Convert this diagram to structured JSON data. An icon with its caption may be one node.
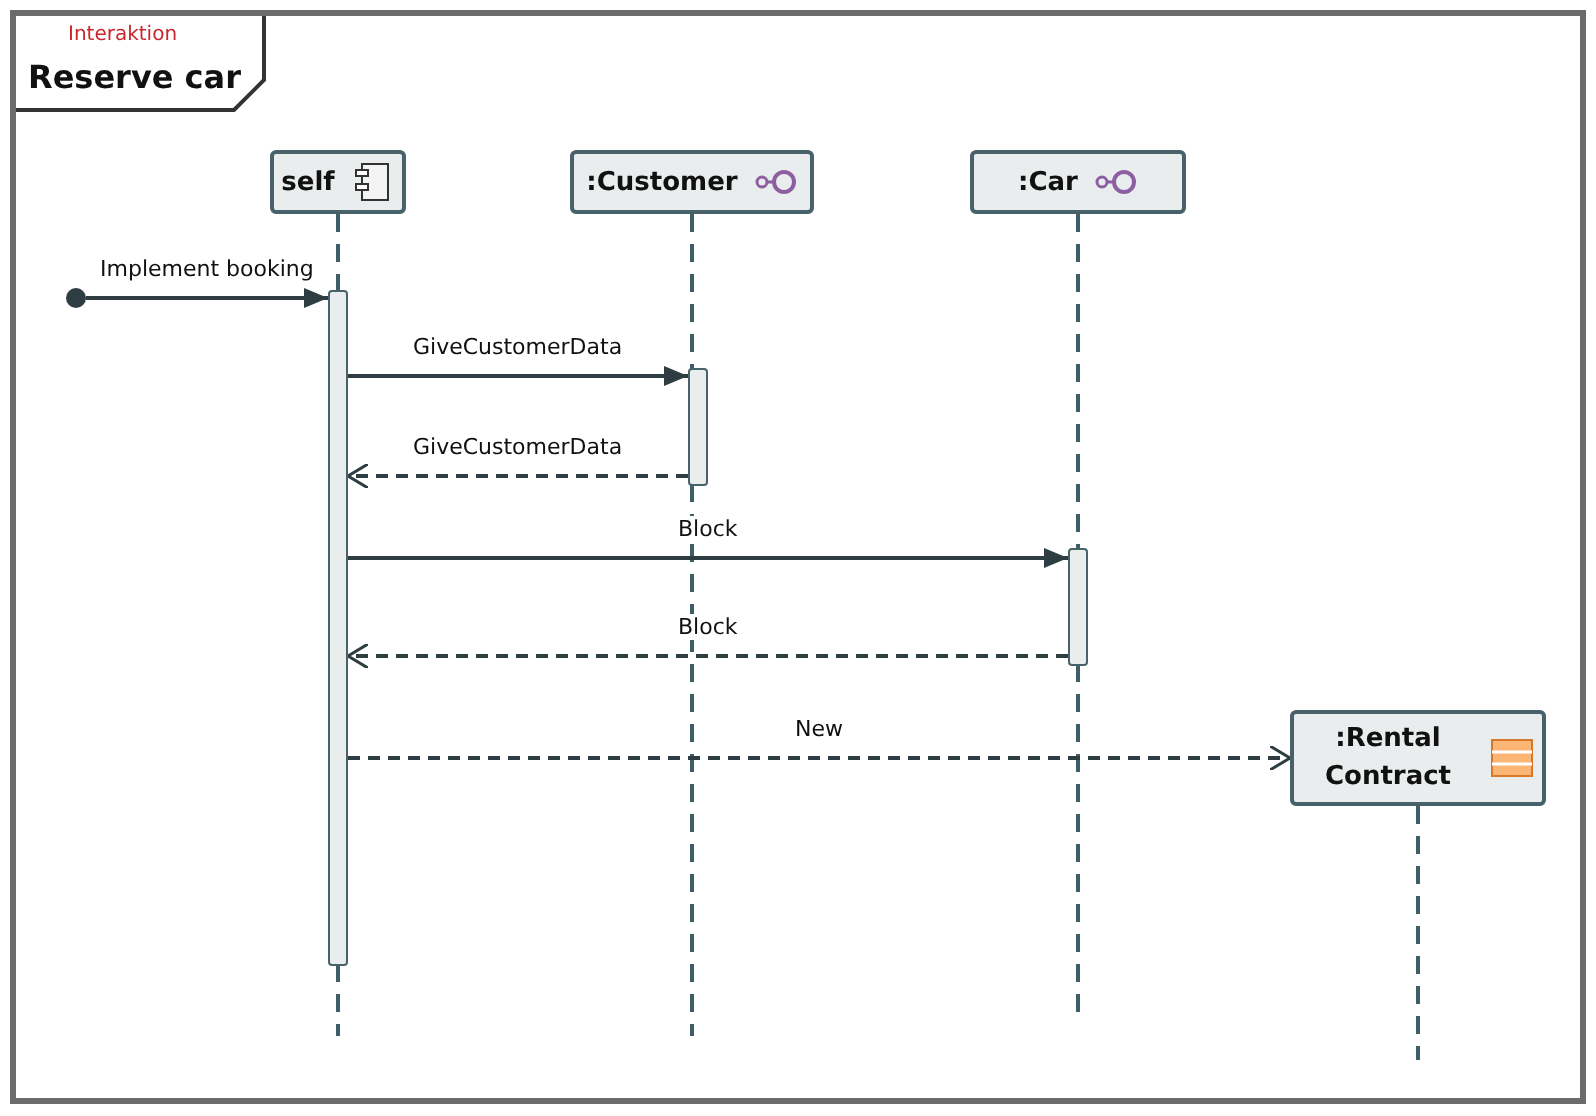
{
  "diagram": {
    "nodes": [
      {
        "text": [
          "Interaktion",
          "Reserve car"
        ]
      },
      {
        "text": [
          "self"
        ],
        "in": 0
      },
      {
        "text": [
          ":Customer"
        ],
        "in": 0
      },
      {
        "text": [
          ":Car"
        ],
        "in": 0
      },
      {
        "text": [
          ":Rental Contract"
        ],
        "in": 0
      },
      {
        "text": [],
        "shape": "circle",
        "in": 0
      },
      {
        "text": [],
        "shape": "bar",
        "in": 0
      },
      {
        "text": [],
        "shape": "bar",
        "in": 0
      },
      {
        "text": [],
        "shape": "bar",
        "in": 0
      }
    ],
    "edges": [
      {
        "from": 5,
        "to": 6,
        "arrow": "to",
        "label": "Implement booking"
      },
      {
        "from": 6,
        "to": 7,
        "arrow": "to",
        "label": "GiveCustomerData"
      },
      {
        "from": 7,
        "to": 6,
        "arrow": "to",
        "label": "GiveCustomerData",
        "style": "dashed"
      },
      {
        "from": 6,
        "to": 8,
        "arrow": "to",
        "label": "Block"
      },
      {
        "from": 8,
        "to": 6,
        "arrow": "to",
        "label": "Block",
        "style": "dashed"
      },
      {
        "from": 6,
        "to": 4,
        "arrow": "to",
        "label": "New",
        "style": "dashed"
      }
    ]
  }
}
